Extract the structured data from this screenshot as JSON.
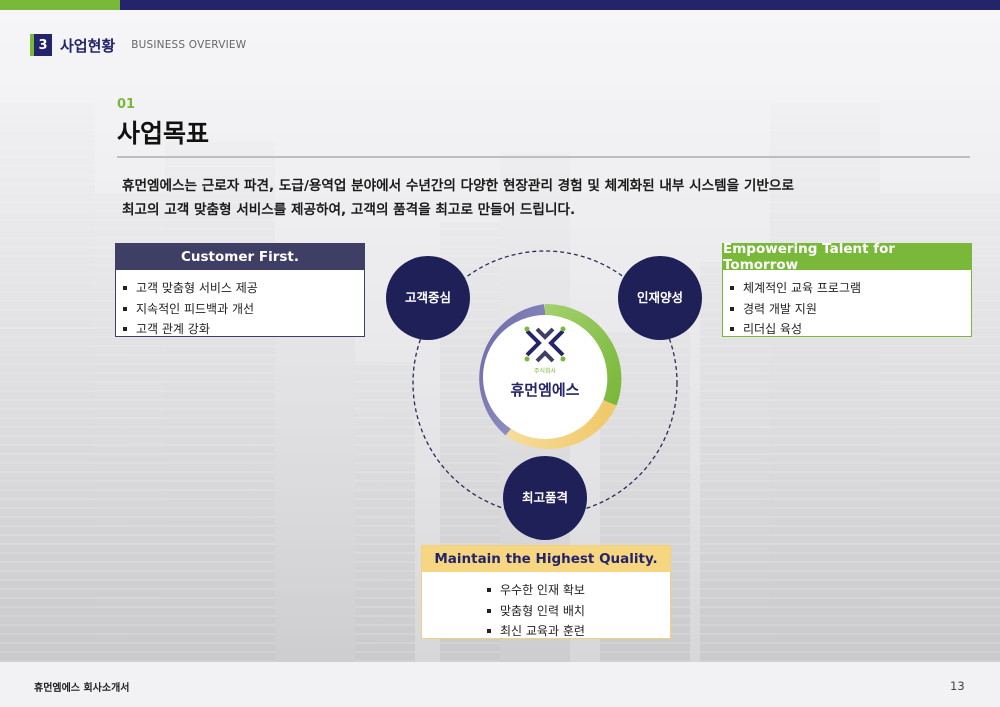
{
  "header": {
    "section_number": "3",
    "section_title": "사업현황",
    "section_subtitle": "BUSINESS OVERVIEW"
  },
  "content": {
    "kicker": "01",
    "title": "사업목표",
    "intro_lines": [
      "휴먼엠에스는 근로자 파견, 도급/용역업 분야에서 수년간의 다양한 현장관리 경험 및 체계화된 내부 시스템을 기반으로",
      "최고의 고객 맞춤형 서비스를 제공하여, 고객의 품격을 최고로 만들어 드립니다."
    ]
  },
  "boxes": {
    "customer": {
      "title": "Customer First.",
      "items": [
        "고객 맞춤형 서비스 제공",
        "지속적인 피드백과 개선",
        "고객 관계 강화"
      ]
    },
    "talent": {
      "title": "Empowering Talent for Tomorrow",
      "items": [
        "체계적인 교육 프로그램",
        "경력 개발 지원",
        "리더십 육성"
      ]
    },
    "quality": {
      "title": "Maintain the Highest Quality.",
      "items": [
        "우수한 인재 확보",
        "맞춤형 인력 배치",
        "최신 교육과 훈련"
      ]
    }
  },
  "diagram": {
    "node_left": "고객중심",
    "node_right": "인재양성",
    "node_bottom": "최고품격",
    "logo_small": "주식회사",
    "logo_name": "휴먼엠에스"
  },
  "footer": {
    "doc_name": "휴먼엠에스 회사소개서",
    "page_number": "13"
  },
  "colors": {
    "navy": "#23246a",
    "green": "#7ab83a",
    "slate": "#3f3f66",
    "gold": "#f6d681"
  }
}
